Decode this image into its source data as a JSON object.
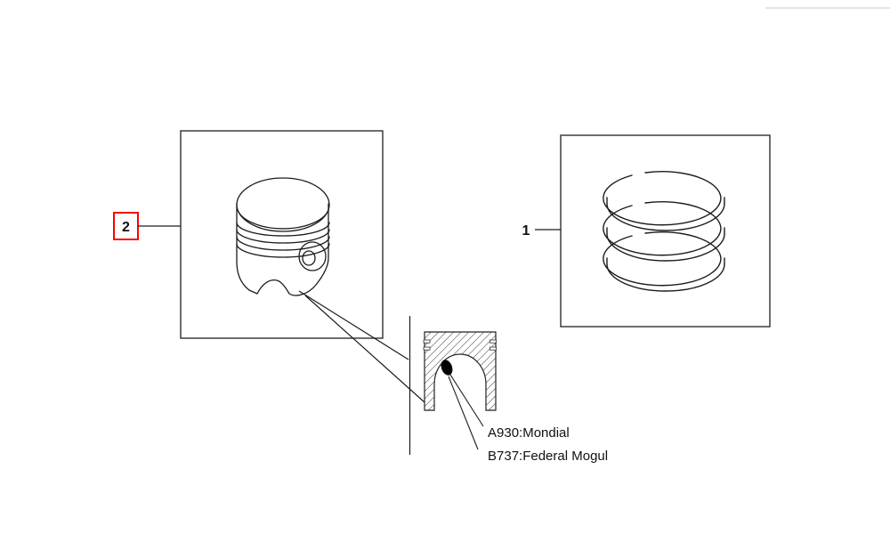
{
  "figure": {
    "type": "exploded-parts-diagram",
    "subject": "piston and piston ring set with bearing-detail cross-section",
    "background_color": "#ffffff",
    "line_color": "#1c1c1c",
    "callout_highlight_color": "#ff0000"
  },
  "callouts": {
    "item1": {
      "label": "1",
      "highlighted": false,
      "points_to": "piston-ring-set"
    },
    "item2": {
      "label": "2",
      "highlighted": true,
      "points_to": "piston"
    }
  },
  "figures": {
    "piston": "piston-side-view-figure",
    "rings": "piston-ring-set-figure",
    "detail": "piston-cross-section-detail-figure",
    "marker": "material-marker-dot"
  },
  "annotations": [
    {
      "text": "A930:Mondial"
    },
    {
      "text": "B737:Federal Mogul"
    }
  ]
}
